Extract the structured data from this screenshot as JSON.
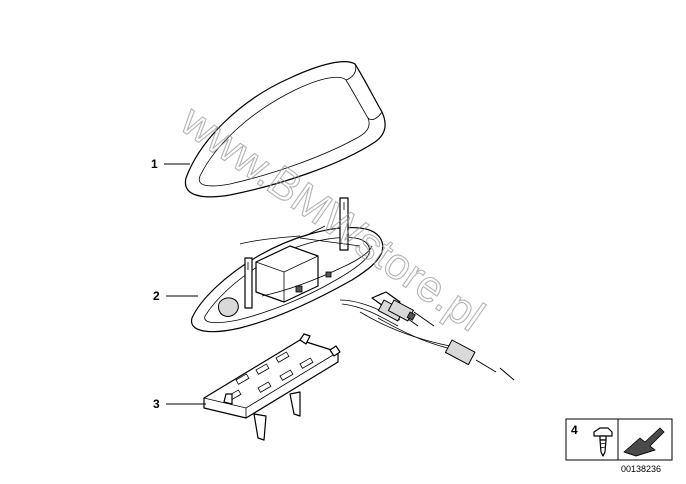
{
  "callouts": [
    {
      "id": "1",
      "label": "1"
    },
    {
      "id": "2",
      "label": "2"
    },
    {
      "id": "3",
      "label": "3"
    },
    {
      "id": "4",
      "label": "4"
    }
  ],
  "watermark": "www.BMWstore.pl",
  "diagram_number": "00138236"
}
